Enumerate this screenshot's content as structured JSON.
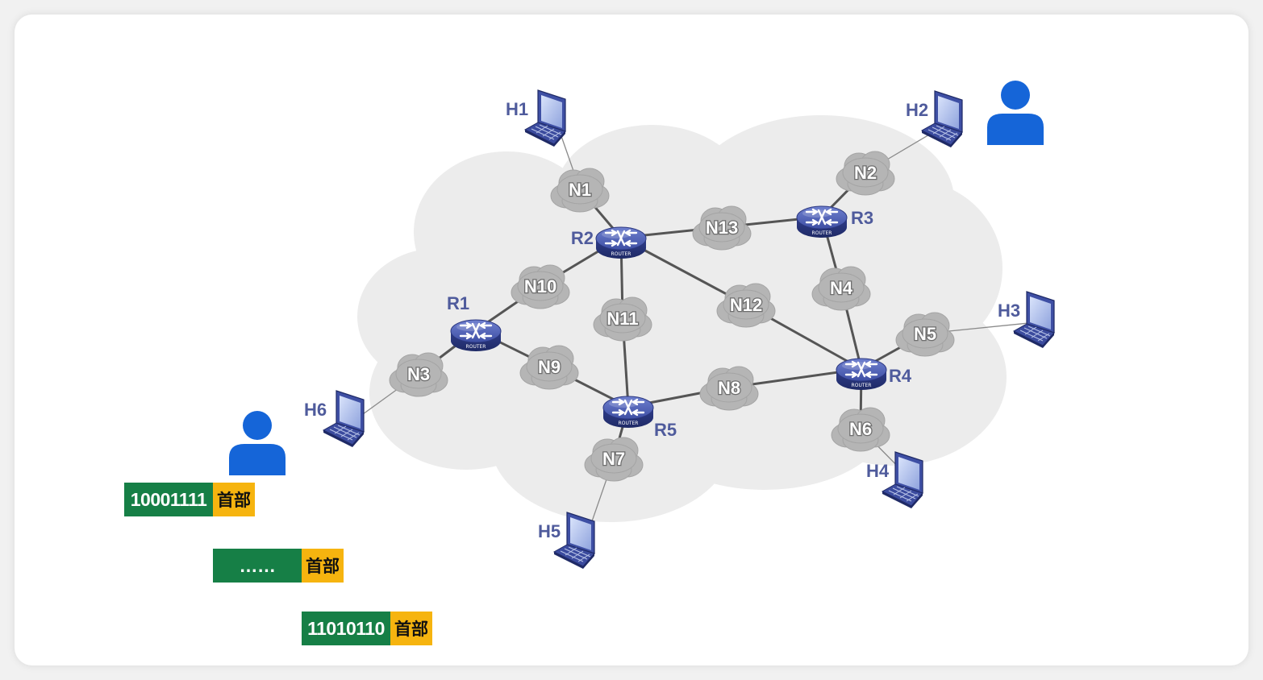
{
  "diagram": {
    "hosts": [
      {
        "id": "H1",
        "label": "H1"
      },
      {
        "id": "H2",
        "label": "H2"
      },
      {
        "id": "H3",
        "label": "H3"
      },
      {
        "id": "H4",
        "label": "H4"
      },
      {
        "id": "H5",
        "label": "H5"
      },
      {
        "id": "H6",
        "label": "H6"
      }
    ],
    "routers": [
      {
        "id": "R1",
        "label": "R1"
      },
      {
        "id": "R2",
        "label": "R2"
      },
      {
        "id": "R3",
        "label": "R3"
      },
      {
        "id": "R4",
        "label": "R4"
      },
      {
        "id": "R5",
        "label": "R5"
      }
    ],
    "router_badge": "ROUTER",
    "networks": [
      {
        "id": "N1",
        "label": "N1"
      },
      {
        "id": "N2",
        "label": "N2"
      },
      {
        "id": "N3",
        "label": "N3"
      },
      {
        "id": "N4",
        "label": "N4"
      },
      {
        "id": "N5",
        "label": "N5"
      },
      {
        "id": "N6",
        "label": "N6"
      },
      {
        "id": "N7",
        "label": "N7"
      },
      {
        "id": "N8",
        "label": "N8"
      },
      {
        "id": "N9",
        "label": "N9"
      },
      {
        "id": "N10",
        "label": "N10"
      },
      {
        "id": "N11",
        "label": "N11"
      },
      {
        "id": "N12",
        "label": "N12"
      },
      {
        "id": "N13",
        "label": "N13"
      }
    ],
    "edges": [
      [
        "H1",
        "N1"
      ],
      [
        "N1",
        "R2"
      ],
      [
        "R2",
        "N13"
      ],
      [
        "N13",
        "R3"
      ],
      [
        "R3",
        "N2"
      ],
      [
        "N2",
        "H2"
      ],
      [
        "R3",
        "N4"
      ],
      [
        "N4",
        "R4"
      ],
      [
        "R4",
        "N5"
      ],
      [
        "N5",
        "H3"
      ],
      [
        "R4",
        "N6"
      ],
      [
        "N6",
        "H4"
      ],
      [
        "R2",
        "N10"
      ],
      [
        "N10",
        "R1"
      ],
      [
        "R2",
        "N11"
      ],
      [
        "N11",
        "R5"
      ],
      [
        "R2",
        "N12"
      ],
      [
        "N12",
        "R4"
      ],
      [
        "R1",
        "N9"
      ],
      [
        "N9",
        "R5"
      ],
      [
        "R1",
        "N3"
      ],
      [
        "N3",
        "H6"
      ],
      [
        "R5",
        "N8"
      ],
      [
        "N8",
        "R4"
      ],
      [
        "R5",
        "N7"
      ],
      [
        "N7",
        "H5"
      ]
    ],
    "users": [
      "near-H2",
      "near-H6"
    ]
  },
  "packets": [
    {
      "data": "10001111",
      "header": "首部"
    },
    {
      "data": "……",
      "header": "首部"
    },
    {
      "data": "11010110",
      "header": "首部"
    }
  ],
  "colors": {
    "packet_data": "#167f46",
    "packet_header": "#f6b40f",
    "label_blue": "#4f5b9c",
    "user_blue": "#1565d8",
    "router_blue": "#3e4fa4",
    "cloud_gray": "#b5b5b5",
    "background_cloud": "#ececec"
  }
}
